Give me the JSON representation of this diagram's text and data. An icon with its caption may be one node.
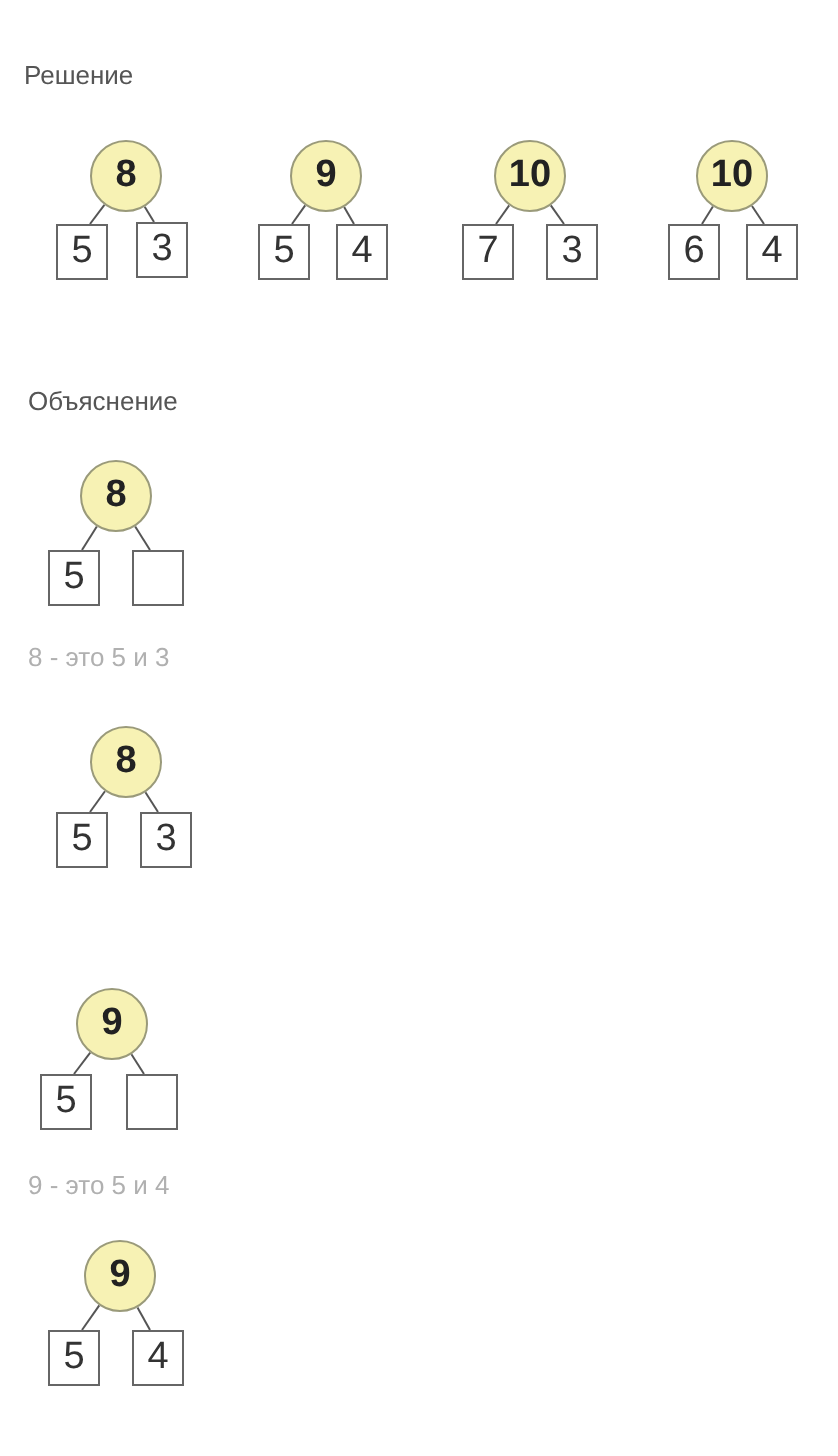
{
  "diagram": {
    "nodes": [
      {
        "text": [
          "8"
        ]
      },
      {
        "text": [
          "5"
        ]
      },
      {
        "text": [
          "3"
        ]
      },
      {
        "text": [
          "9"
        ]
      },
      {
        "text": [
          "5"
        ]
      },
      {
        "text": [
          "4"
        ]
      },
      {
        "text": [
          "10"
        ]
      },
      {
        "text": [
          "7"
        ]
      },
      {
        "text": [
          "3"
        ]
      },
      {
        "text": [
          "10"
        ]
      },
      {
        "text": [
          "6"
        ]
      },
      {
        "text": [
          "4"
        ]
      },
      {
        "text": [
          "8"
        ]
      },
      {
        "text": [
          "5"
        ]
      },
      {
        "text": [],
        "shape": "box"
      },
      {
        "text": [
          "8"
        ]
      },
      {
        "text": [
          "5"
        ]
      },
      {
        "text": [
          "3"
        ]
      },
      {
        "text": [
          "9"
        ]
      },
      {
        "text": [
          "5"
        ]
      },
      {
        "text": [],
        "shape": "box"
      },
      {
        "text": [
          "9"
        ]
      },
      {
        "text": [
          "5"
        ]
      },
      {
        "text": [
          "4"
        ]
      }
    ],
    "edges": [
      {
        "from": 0,
        "to": 1,
        "arrow": "none"
      },
      {
        "from": 0,
        "to": 2,
        "arrow": "none"
      },
      {
        "from": 3,
        "to": 4,
        "arrow": "none"
      },
      {
        "from": 3,
        "to": 5,
        "arrow": "none"
      },
      {
        "from": 6,
        "to": 7,
        "arrow": "none"
      },
      {
        "from": 6,
        "to": 8,
        "arrow": "none"
      },
      {
        "from": 9,
        "to": 10,
        "arrow": "none"
      },
      {
        "from": 9,
        "to": 11,
        "arrow": "none"
      },
      {
        "from": 12,
        "to": 13,
        "arrow": "none"
      },
      {
        "from": 12,
        "to": 14,
        "arrow": "none"
      },
      {
        "from": 15,
        "to": 16,
        "arrow": "none"
      },
      {
        "from": 15,
        "to": 17,
        "arrow": "none"
      },
      {
        "from": 18,
        "to": 19,
        "arrow": "none"
      },
      {
        "from": 18,
        "to": 20,
        "arrow": "none"
      },
      {
        "from": 21,
        "to": 22,
        "arrow": "none"
      },
      {
        "from": 21,
        "to": 23,
        "arrow": "none"
      }
    ],
    "labels": [
      "Решение",
      "Объяснение",
      "8 - это 5 и 3",
      "9 - это 5 и 4"
    ]
  }
}
